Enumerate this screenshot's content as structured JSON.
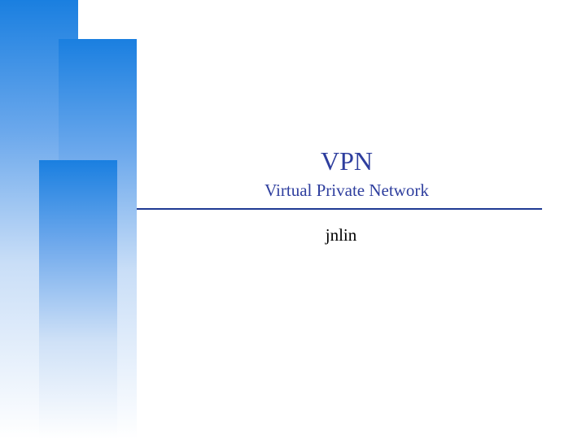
{
  "slide": {
    "title": "VPN",
    "subtitle": "Virtual Private Network",
    "author": "jnlin"
  },
  "colors": {
    "title": "#2e3e9e",
    "rule": "#1f3a93",
    "bar_accent": "#1a7fe0"
  }
}
